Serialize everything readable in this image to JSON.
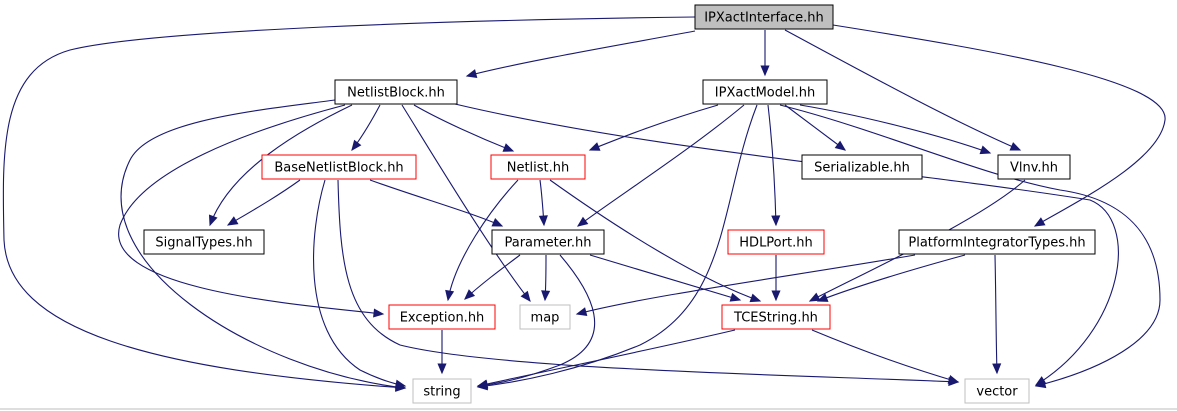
{
  "diagram": {
    "colors": {
      "root_fill": "#bfbfbf",
      "node_border": "#000000",
      "incomplete_border": "#ff0000",
      "external_border": "#bfbfbf",
      "edge": "#191970"
    },
    "nodes": {
      "ipxactinterface": {
        "label": "IPXactInterface.hh",
        "kind": "root"
      },
      "netlistblock": {
        "label": "NetlistBlock.hh",
        "kind": "normal"
      },
      "ipxactmodel": {
        "label": "IPXactModel.hh",
        "kind": "normal"
      },
      "basenetlistblock": {
        "label": "BaseNetlistBlock.hh",
        "kind": "incomplete"
      },
      "netlist": {
        "label": "Netlist.hh",
        "kind": "incomplete"
      },
      "serializable": {
        "label": "Serializable.hh",
        "kind": "normal"
      },
      "vlnv": {
        "label": "Vlnv.hh",
        "kind": "normal"
      },
      "signaltypes": {
        "label": "SignalTypes.hh",
        "kind": "normal"
      },
      "parameter": {
        "label": "Parameter.hh",
        "kind": "normal"
      },
      "hdlport": {
        "label": "HDLPort.hh",
        "kind": "incomplete"
      },
      "platformintegratortypes": {
        "label": "PlatformIntegratorTypes.hh",
        "kind": "normal"
      },
      "exception": {
        "label": "Exception.hh",
        "kind": "incomplete"
      },
      "map": {
        "label": "map",
        "kind": "external"
      },
      "tcestring": {
        "label": "TCEString.hh",
        "kind": "incomplete"
      },
      "string": {
        "label": "string",
        "kind": "external"
      },
      "vector": {
        "label": "vector",
        "kind": "external"
      }
    }
  }
}
